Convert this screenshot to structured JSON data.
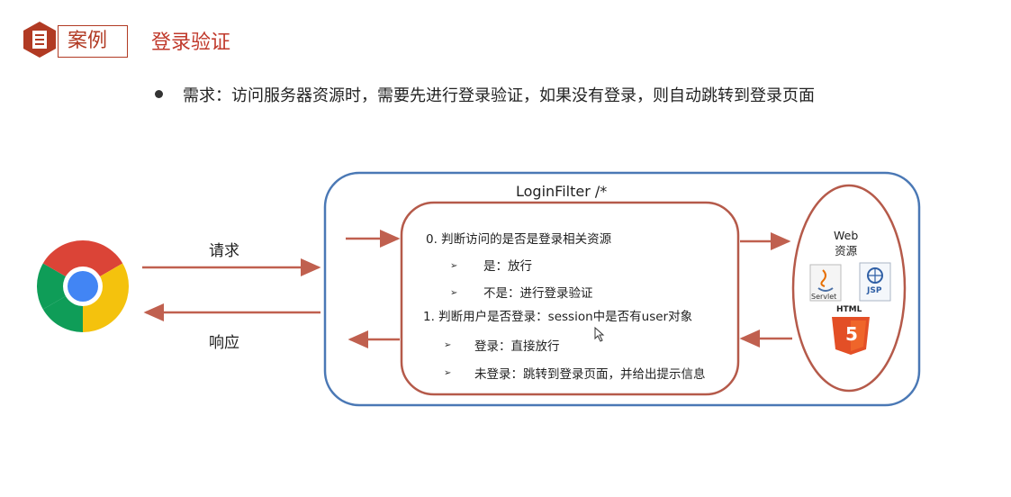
{
  "header": {
    "tag": "案例",
    "title": "登录验证"
  },
  "requirement": "需求：访问服务器资源时，需要先进行登录验证，如果没有登录，则自动跳转到登录页面",
  "diagram": {
    "filter_title": "LoginFilter  /*",
    "request_label": "请求",
    "response_label": "响应",
    "steps": {
      "step0": "0. 判断访问的是否是登录相关资源",
      "step0_yes": "是：放行",
      "step0_no": "不是：进行登录验证",
      "step1": "1. 判断用户是否登录：session中是否有user对象",
      "step1_yes": "登录：直接放行",
      "step1_no": "未登录：跳转到登录页面，并给出提示信息"
    },
    "web_resource": {
      "line1": "Web",
      "line2": "资源",
      "servlet": "Servlet",
      "jsp": "JSP",
      "html": "HTML",
      "html_num": "5"
    }
  },
  "colors": {
    "accent_red": "#c0392b",
    "arrow": "#c0604f",
    "outer_border": "#4a78b5"
  }
}
